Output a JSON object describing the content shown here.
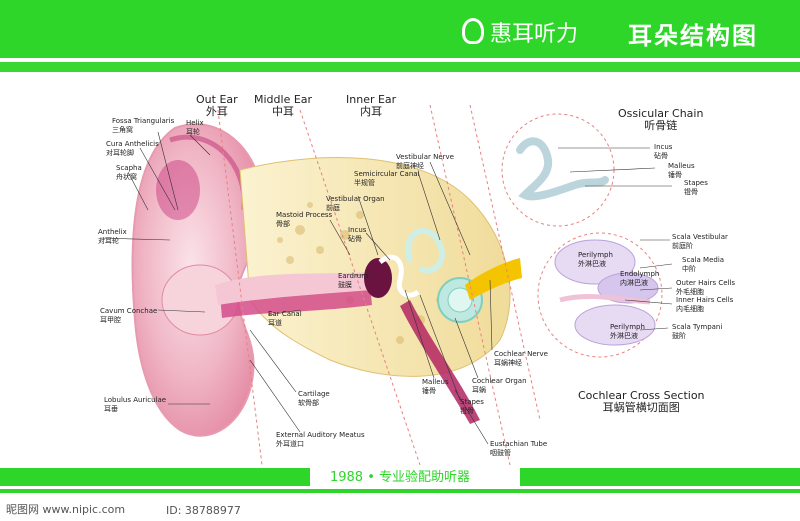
{
  "header": {
    "brand": "惠耳听力",
    "title": "耳朵结构图"
  },
  "footer": {
    "text": "1988 • 专业验配助听器",
    "watermark_left": "昵图网 www.nipic.com",
    "watermark_right": "ID: 38788977"
  },
  "sections": {
    "outer": {
      "en": "Out Ear",
      "cn": "外耳"
    },
    "middle": {
      "en": "Middle Ear",
      "cn": "中耳"
    },
    "inner": {
      "en": "Inner Ear",
      "cn": "内耳"
    },
    "ossicular": {
      "en": "Ossicular Chain",
      "cn": "听骨链"
    },
    "cochlear": {
      "en": "Cochlear Cross Section",
      "cn": "耳蜗管横切面图"
    }
  },
  "labels": {
    "fossa": {
      "en": "Fossa Triangularis",
      "cn": "三角窝"
    },
    "helix": {
      "en": "Helix",
      "cn": "耳轮"
    },
    "cura": {
      "en": "Cura Anthelicis",
      "cn": "对耳轮脚"
    },
    "scapha": {
      "en": "Scapha",
      "cn": "舟状窝"
    },
    "anthelix": {
      "en": "Anthelix",
      "cn": "对耳轮"
    },
    "cavum": {
      "en": "Cavum Conchae",
      "cn": "耳甲腔"
    },
    "lobulus": {
      "en": "Lobulus Auriculae",
      "cn": "耳垂"
    },
    "earcanal": {
      "en": "Ear Canal",
      "cn": "耳道"
    },
    "cartilage": {
      "en": "Cartilage",
      "cn": "软骨部"
    },
    "meatus": {
      "en": "External Auditory Meatus",
      "cn": "外耳道口"
    },
    "mastoid": {
      "en": "Mastoid Process",
      "cn": "骨部"
    },
    "vestorgan": {
      "en": "Vestibular Organ",
      "cn": "前庭"
    },
    "semicircular": {
      "en": "Semicircular Canal",
      "cn": "半规管"
    },
    "vestnerve": {
      "en": "Vestibular Nerve",
      "cn": "前庭神经"
    },
    "incus_main": {
      "en": "Incus",
      "cn": "砧骨"
    },
    "eardrum": {
      "en": "Eardrum",
      "cn": "鼓膜"
    },
    "malleus_main": {
      "en": "Malleus",
      "cn": "锤骨"
    },
    "stapes_main": {
      "en": "Stapes",
      "cn": "镫骨"
    },
    "cochnerve": {
      "en": "Cochlear Nerve",
      "cn": "耳蜗神经"
    },
    "cochorgan": {
      "en": "Cochlear Organ",
      "cn": "耳蜗"
    },
    "eustachian": {
      "en": "Eustachian Tube",
      "cn": "咽鼓管"
    },
    "oc_incus": {
      "en": "Incus",
      "cn": "砧骨"
    },
    "oc_malleus": {
      "en": "Malleus",
      "cn": "锤骨"
    },
    "oc_stapes": {
      "en": "Stapes",
      "cn": "镫骨"
    },
    "scala_vest": {
      "en": "Scala Vestibular",
      "cn": "前庭阶"
    },
    "perilymph1": {
      "en": "Perilymph",
      "cn": "外淋巴液"
    },
    "scala_media": {
      "en": "Scala Media",
      "cn": "中阶"
    },
    "endolymph": {
      "en": "Endolymph",
      "cn": "内淋巴液"
    },
    "outer_hair": {
      "en": "Outer Hairs Cells",
      "cn": "外毛细胞"
    },
    "inner_hair": {
      "en": "Inner Hairs Cells",
      "cn": "内毛细胞"
    },
    "perilymph2": {
      "en": "Perilymph",
      "cn": "外淋巴液"
    },
    "scala_tymp": {
      "en": "Scala Tympani",
      "cn": "鼓阶"
    }
  },
  "colors": {
    "brand_green": "#2fd62a",
    "ear_skin": "#f2c4cf",
    "ear_deep": "#c2206a",
    "bone": "#f3e6b0",
    "nerve_yellow": "#f5c400",
    "cochlea_teal": "#bfe8e0"
  }
}
